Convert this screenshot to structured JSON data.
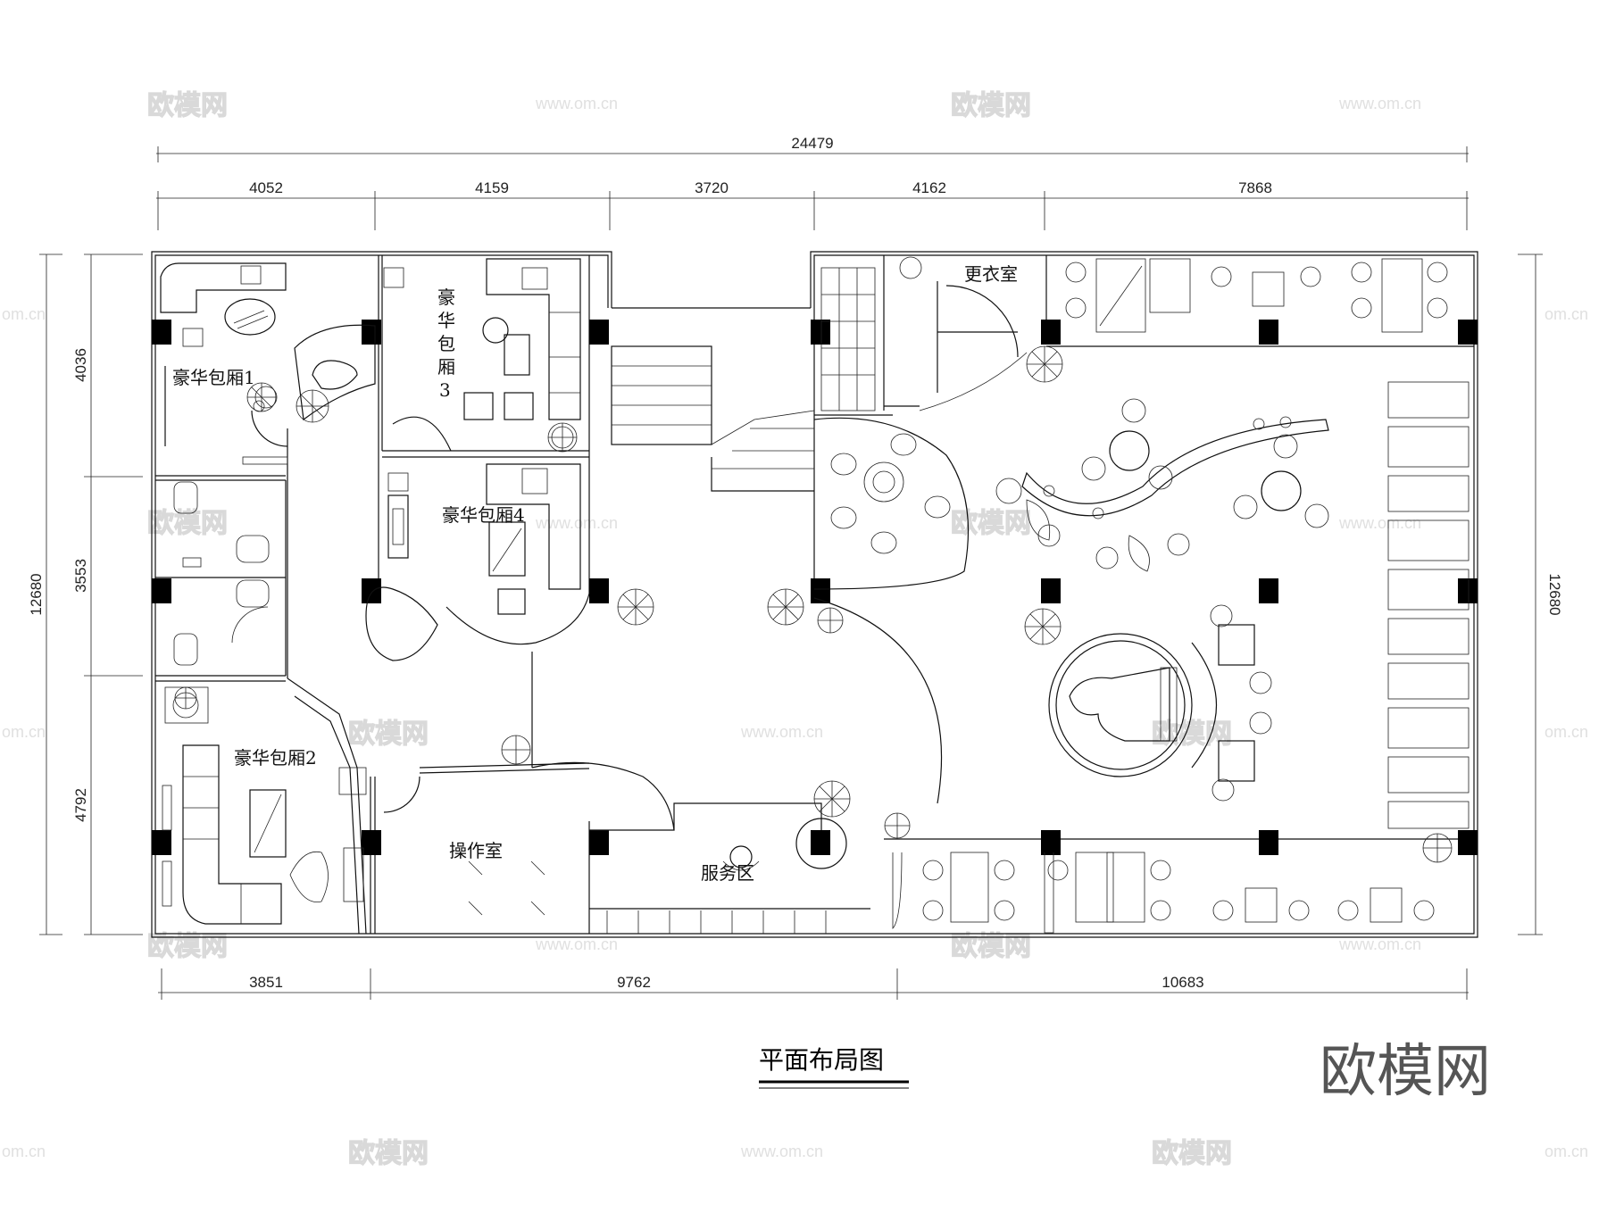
{
  "dimensions": {
    "total_top": "24479",
    "top": [
      "4052",
      "4159",
      "3720",
      "4162",
      "7868"
    ],
    "bottom": [
      "3851",
      "9762",
      "10683"
    ],
    "left_total": "12680",
    "left": [
      "4036",
      "3553",
      "4792"
    ],
    "right_total": "12680"
  },
  "rooms": {
    "suite1": "豪华包厢1",
    "suite2": "豪华包厢2",
    "suite3_line1": "豪",
    "suite3_line2": "华",
    "suite3_line3": "包",
    "suite3_line4": "厢",
    "suite3_line5": "3",
    "suite4": "豪华包厢4",
    "changing_room": "更衣室",
    "operation_room": "操作室",
    "service_area": "服务区"
  },
  "drawing_title": "平面布局图",
  "brand_logo": "欧模网",
  "watermarks": {
    "logo": "欧模网",
    "url": "www.om.cn",
    "url_cut": "om.cn"
  }
}
